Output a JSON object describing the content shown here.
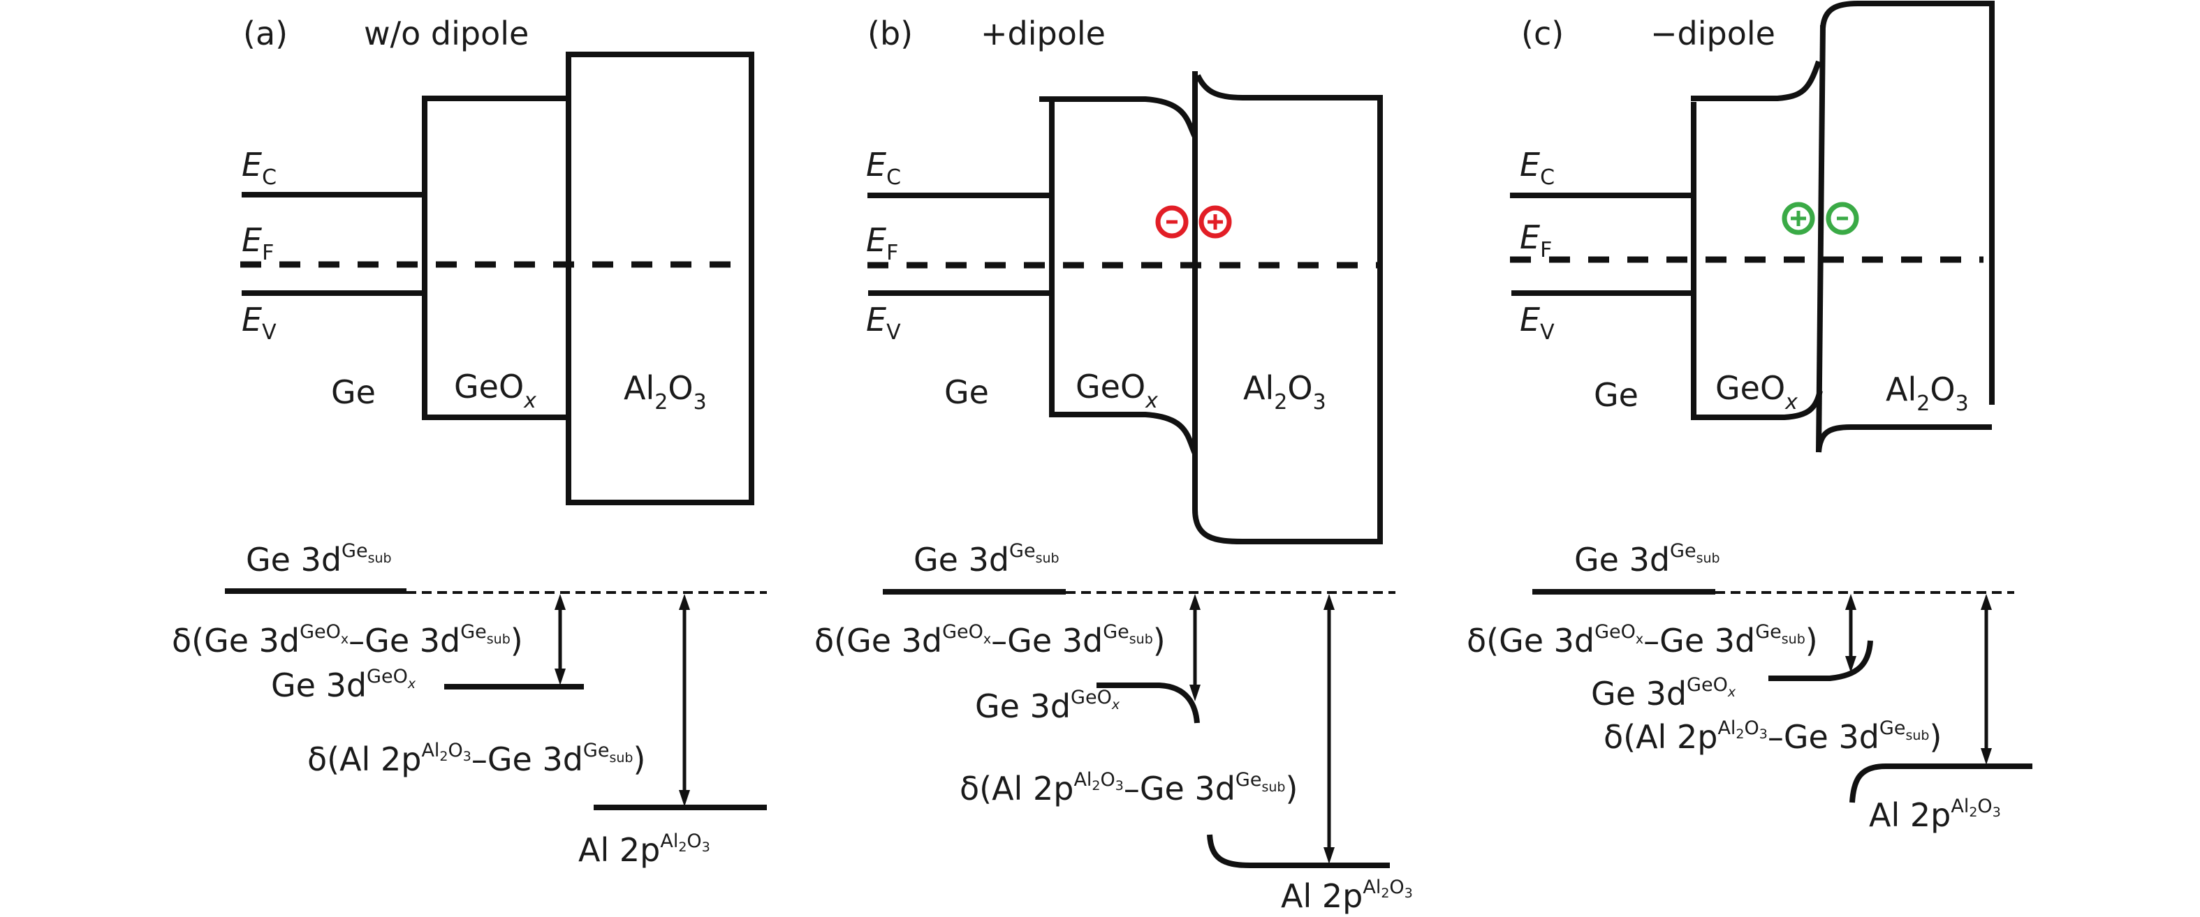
{
  "figure": {
    "panels": [
      {
        "id": "a",
        "tag": "(a)",
        "title": "w/o dipole",
        "levels": {
          "Ec": {
            "E": "E",
            "sub": "C"
          },
          "Ef": {
            "E": "E",
            "sub": "F"
          },
          "Ev": {
            "E": "E",
            "sub": "V"
          }
        },
        "regions": {
          "ge": "Ge",
          "geox": {
            "base": "GeO",
            "sub": "x"
          },
          "al2o3": {
            "a": "Al",
            "s1": "2",
            "b": "O",
            "s2": "3"
          }
        },
        "dipole": null,
        "core_levels": {
          "ge_sub": {
            "base": "Ge 3d",
            "sup": "Ge",
            "supsub": "sub"
          },
          "delta_geox": {
            "prefix": "δ(Ge 3d",
            "sup1": "GeO",
            "sup1sub": "x",
            "mid": "–Ge 3d",
            "sup2": "Ge",
            "sup2sub": "sub",
            "end": ")"
          },
          "ge_geox": {
            "base": "Ge 3d",
            "sup": "GeO",
            "supsub": "x"
          },
          "delta_al": {
            "prefix": "δ(Al 2p",
            "sup1": "Al",
            "sup1s": "2",
            "sup1b": "O",
            "sup1s2": "3",
            "mid": "–Ge 3d",
            "sup2": "Ge",
            "sup2sub": "sub",
            "end": ")"
          },
          "al_2p": {
            "base": "Al 2p",
            "sup": "Al",
            "s1": "2",
            "b": "O",
            "s2": "3"
          }
        }
      },
      {
        "id": "b",
        "tag": "(b)",
        "title": "+dipole",
        "dipole": {
          "left": "−",
          "right": "+",
          "color": "#e21e26"
        }
      },
      {
        "id": "c",
        "tag": "(c)",
        "title": "−dipole",
        "dipole": {
          "left": "+",
          "right": "−",
          "color": "#3aaa46"
        }
      }
    ]
  },
  "colors": {
    "line": "#111111",
    "negative_dipole_marker": "#e21e26",
    "positive_dipole_marker": "#3aaa46"
  }
}
